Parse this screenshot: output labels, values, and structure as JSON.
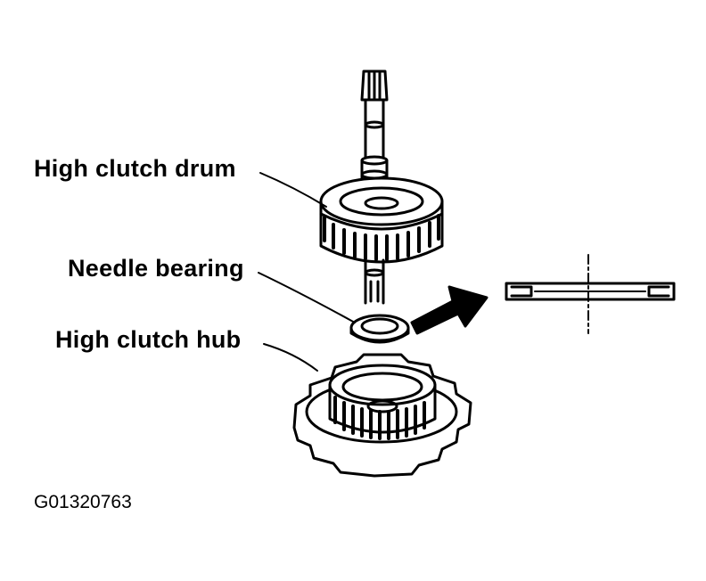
{
  "labels": {
    "drum": "High clutch drum",
    "bearing": "Needle bearing",
    "hub": "High clutch hub"
  },
  "figure_code": "G01320763",
  "colors": {
    "ink": "#000000",
    "paper": "#ffffff"
  }
}
